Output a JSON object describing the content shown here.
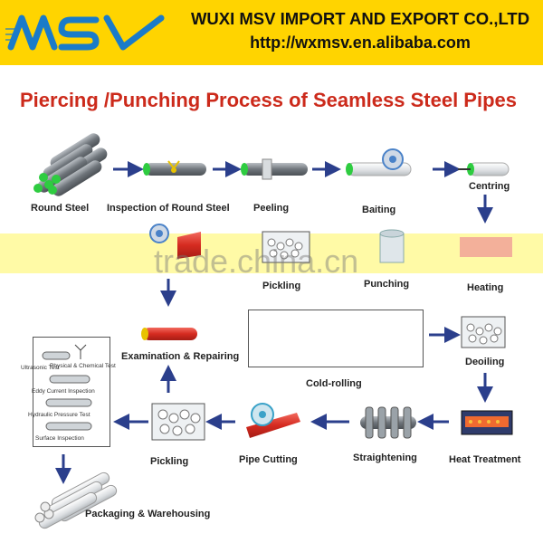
{
  "header": {
    "company": "WUXI MSV IMPORT AND EXPORT CO.,LTD",
    "url": "http://wxmsv.en.alibaba.com",
    "logo_text": "MSV",
    "brand_color": "#1a7bc9",
    "bg_color": "#ffd400"
  },
  "title": "Piercing /Punching Process of Seamless Steel Pipes",
  "watermark": "trade.china.cn",
  "steps": {
    "round_steel": "Round Steel",
    "inspection": "Inspection of Round Steel",
    "peeling": "Peeling",
    "baiting": "Baiting",
    "centring": "Centring",
    "pickling_top": "Pickling",
    "punching": "Punching",
    "heating": "Heating",
    "examination": "Examination & Repairing",
    "cold_rolling": "Cold-rolling",
    "deoiling": "Deoiling",
    "heat_treatment": "Heat Treatment",
    "straightening": "Straightening",
    "pipe_cutting": "Pipe Cutting",
    "pickling_bottom": "Pickling",
    "packaging": "Packaging & Warehousing"
  },
  "qc_tests": {
    "ultrasonic": "Ultrasonic Test",
    "physical": "Physical & Chemical Test",
    "eddy": "Eddy Current Inspection",
    "hydraulic": "Hydraulic Pressure Test",
    "surface": "Surface Inspection"
  },
  "colors": {
    "title": "#cc2a1b",
    "arrow": "#2b3f8c",
    "pipe_red": "#e0352a",
    "pipe_grey": "#8c9196"
  }
}
